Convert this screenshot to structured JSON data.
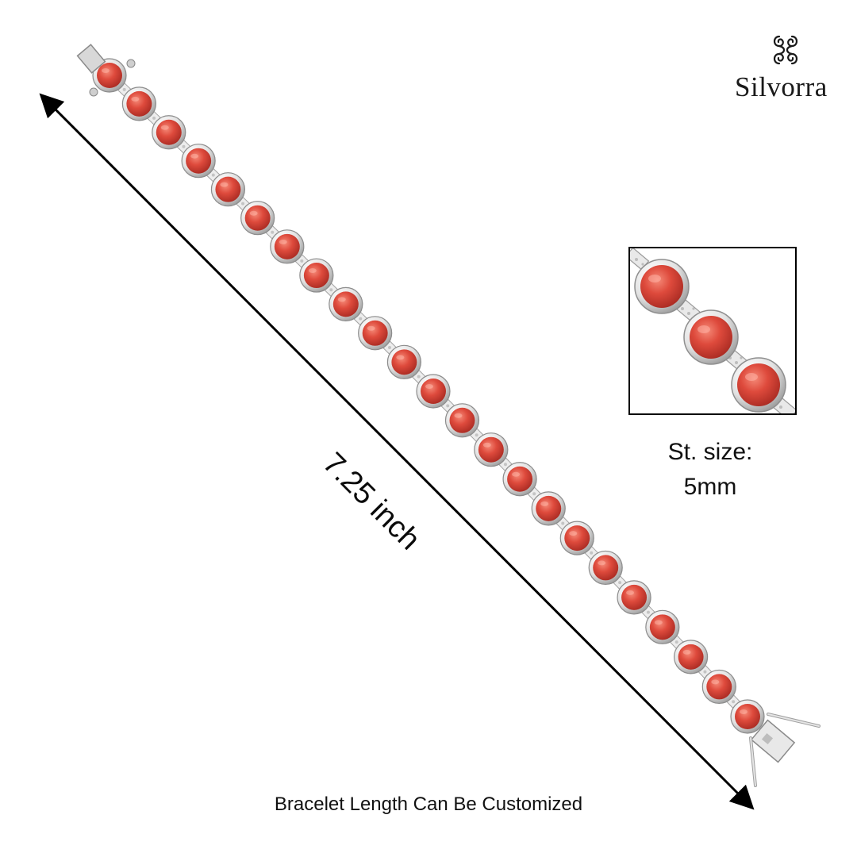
{
  "brand": {
    "name": "Silvorra",
    "logo_icon": "swirl-monogram-icon"
  },
  "measurement": {
    "length_label": "7.25 inch",
    "arrow_icon": "double-headed-arrow"
  },
  "inset": {
    "stone_size_label": "St. size:",
    "stone_size_value": "5mm"
  },
  "footer": {
    "note": "Bracelet Length Can Be Customized"
  },
  "product": {
    "stone_count": 23,
    "colors": {
      "stone": "#d9463a",
      "stone_dark": "#a82a22",
      "stone_light": "#f07a6a",
      "metal": "#e6e6e6",
      "metal_edge": "#9a9a9a",
      "text": "#111111",
      "arrow": "#000000"
    }
  }
}
